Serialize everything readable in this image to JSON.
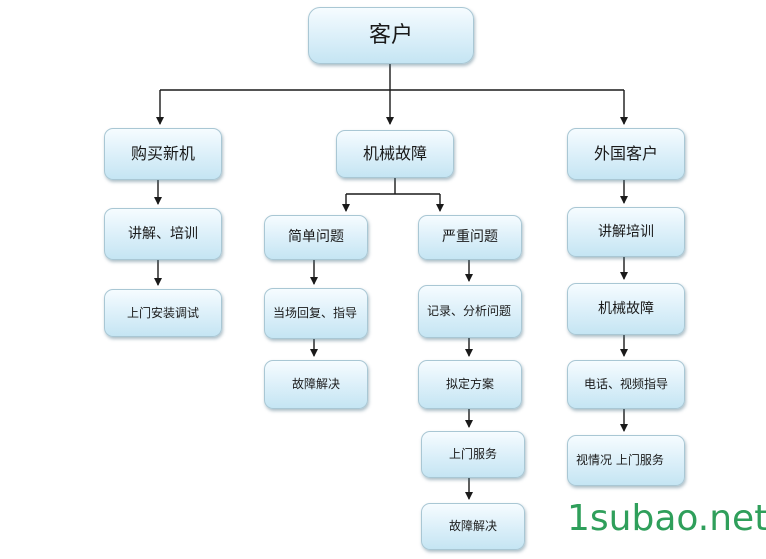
{
  "root": {
    "label": "客户"
  },
  "branches": {
    "new_machine": {
      "label": "购买新机",
      "steps": [
        "讲解、培训",
        "上门安装调试"
      ]
    },
    "mechanical_fault": {
      "label": "机械故障",
      "simple": {
        "label": "简单问题",
        "steps": [
          "当场回复、指导",
          "故障解决"
        ]
      },
      "serious": {
        "label": "严重问题",
        "steps": [
          "记录、分析问题",
          "拟定方案",
          "上门服务",
          "故障解决"
        ]
      }
    },
    "foreign_customer": {
      "label": "外国客户",
      "steps": [
        "讲解培训",
        "机械故障",
        "电话、视频指导",
        "视情况 上门服务"
      ]
    }
  },
  "watermark": "1subao.net",
  "colors": {
    "node_border": "#a9c7d4",
    "node_fill_top": "#f6fcff",
    "node_fill_bottom": "#c5e5f3",
    "connector": "#1a1a1a",
    "watermark": "#2f9f5b"
  }
}
